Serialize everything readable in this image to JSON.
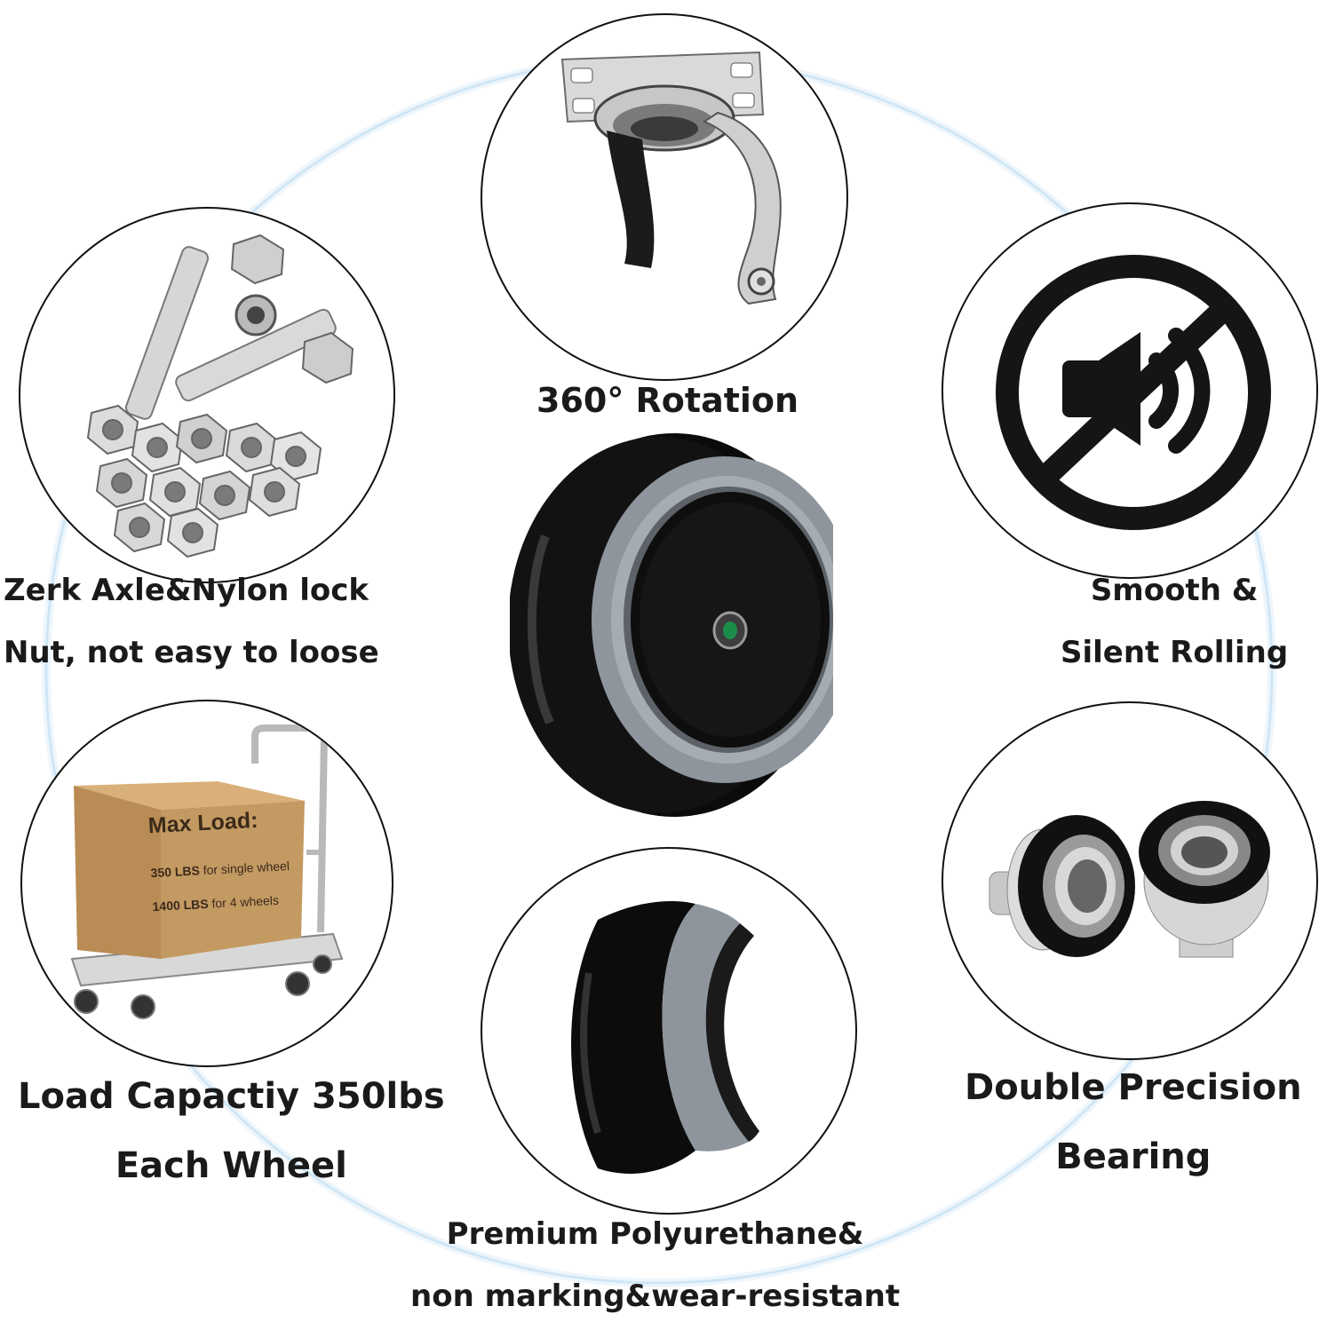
{
  "features": {
    "rotation": {
      "caption": "360° Rotation",
      "icon": "swivel-caster-icon"
    },
    "axle": {
      "caption_line1": "Zerk Axle&Nylon lock",
      "caption_line2": "Nut, not easy to loose",
      "icon": "bolts-nuts-icon"
    },
    "silent": {
      "caption_line1": "Smooth &",
      "caption_line2": "Silent Rolling",
      "icon": "no-sound-icon"
    },
    "load": {
      "caption_line1": "Load Capactiy 350lbs",
      "caption_line2": "Each Wheel",
      "icon": "platform-cart-icon",
      "box_title": "Max Load:",
      "box_line1_bold": "350 LBS",
      "box_line1_rest": "for single wheel",
      "box_line2_bold": "1400 LBS",
      "box_line2_rest": "for 4 wheels"
    },
    "bearing": {
      "caption_line1": "Double Precision",
      "caption_line2": "Bearing",
      "icon": "bearing-icon"
    },
    "material": {
      "caption_line1": "Premium Polyurethane&",
      "caption_line2": "non marking&wear-resistant",
      "icon": "wheel-section-icon"
    }
  },
  "center": {
    "icon": "caster-wheel-icon"
  },
  "colors": {
    "ring": "#a9d3ec",
    "wheel_black": "#0b0b0b",
    "wheel_grey": "#8e959c",
    "box_brown": "#c49a63"
  }
}
